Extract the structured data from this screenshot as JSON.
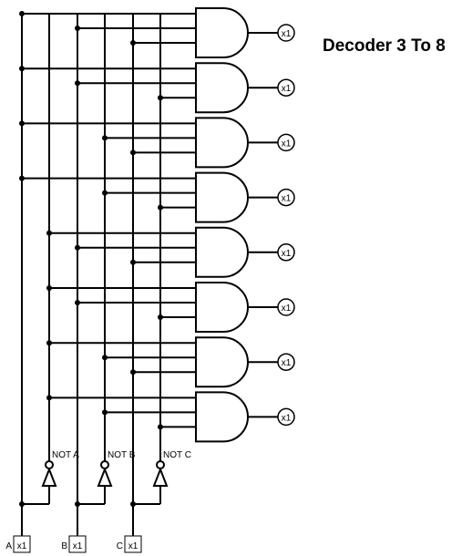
{
  "title": "Decoder 3 To 8",
  "inputs": [
    {
      "name": "A",
      "value": "x1"
    },
    {
      "name": "B",
      "value": "x1"
    },
    {
      "name": "C",
      "value": "x1"
    }
  ],
  "inverters": [
    {
      "label": "NOT A"
    },
    {
      "label": "NOT B"
    },
    {
      "label": "NOT C"
    }
  ],
  "outputs": [
    "x1",
    "x1",
    "x1",
    "x1",
    "x1",
    "x1",
    "x1",
    "x1"
  ],
  "gate_inputs": [
    [
      "A",
      "B",
      "C"
    ],
    [
      "A",
      "B",
      "NOT C"
    ],
    [
      "A",
      "NOT B",
      "C"
    ],
    [
      "A",
      "NOT B",
      "NOT C"
    ],
    [
      "NOT A",
      "B",
      "C"
    ],
    [
      "NOT A",
      "B",
      "NOT C"
    ],
    [
      "NOT A",
      "NOT B",
      "C"
    ],
    [
      "NOT A",
      "NOT B",
      "NOT C"
    ]
  ],
  "colors": {
    "line": "#000000",
    "background": "#ffffff"
  }
}
